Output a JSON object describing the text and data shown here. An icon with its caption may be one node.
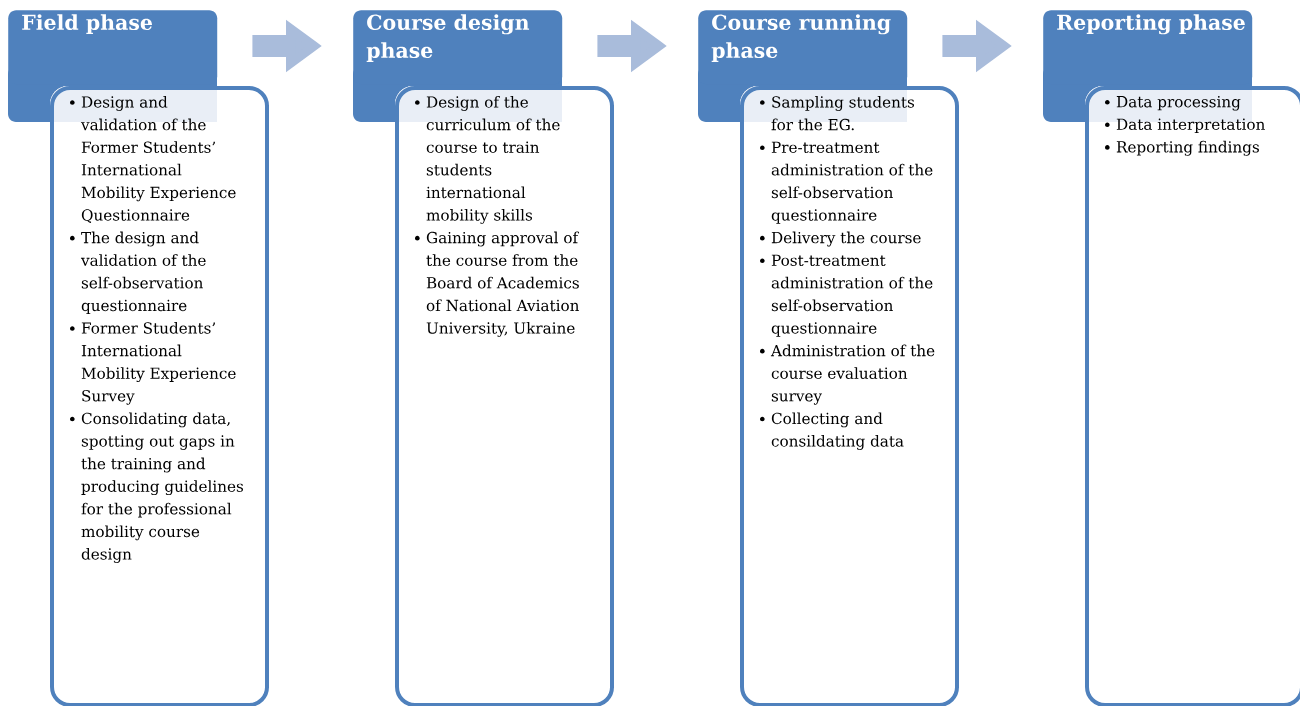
{
  "diagram": {
    "nodes": [
      {
        "text": [
          "Field phase"
        ]
      },
      {
        "text": [
          "Design and validation of the Former Students’ International Mobility Experience Questionnaire",
          "The design and validation of the self-observation questionnaire",
          "Former Students’ International Mobility Experience Survey",
          "Consolidating data, spotting out gaps in the training and producing guidelines for the professional mobility course design"
        ]
      },
      {
        "text": [
          "Course design phase"
        ]
      },
      {
        "text": [
          "Design of the curriculum of the course to train students international mobility skills",
          "Gaining approval of the course from the Board of Academics of National Aviation University, Ukraine"
        ]
      },
      {
        "text": [
          "Course running phase"
        ]
      },
      {
        "text": [
          "Sampling students for the EG.",
          "Pre-treatment administration of the self-observation questionnaire",
          "Delivery the course",
          "Post-treatment administration of the self-observation questionnaire",
          "Administration of the course evaluation survey",
          "Collecting and consildating data"
        ]
      },
      {
        "text": [
          "Reporting phase"
        ]
      },
      {
        "text": [
          "Data processing",
          "Data interpretation",
          "Reporting findings"
        ]
      }
    ],
    "edges": [
      {
        "from": 0,
        "to": 2,
        "arrow": "to"
      },
      {
        "from": 2,
        "to": 4,
        "arrow": "to"
      },
      {
        "from": 4,
        "to": 6,
        "arrow": "to"
      }
    ]
  }
}
